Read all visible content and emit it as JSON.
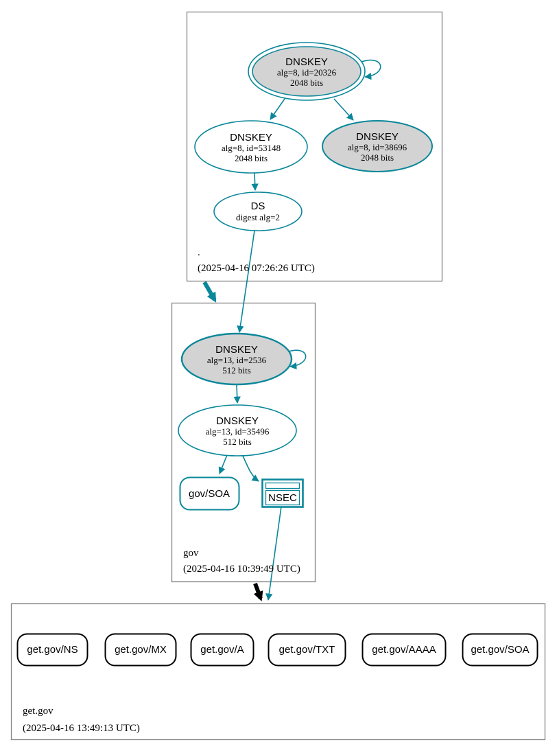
{
  "colors": {
    "secure": "#0a879a",
    "insecure": "#000000",
    "key_fill": "#d3d3d3",
    "box_border": "#848484"
  },
  "zones": {
    "root": {
      "label": ".",
      "timestamp": "(2025-04-16 07:26:26 UTC)",
      "ksk": {
        "type": "DNSKEY",
        "alg": "alg=8, id=20326",
        "bits": "2048 bits"
      },
      "zsk": {
        "type": "DNSKEY",
        "alg": "alg=8, id=53148",
        "bits": "2048 bits"
      },
      "zsk2": {
        "type": "DNSKEY",
        "alg": "alg=8, id=38696",
        "bits": "2048 bits"
      },
      "ds": {
        "type": "DS",
        "digest": "digest alg=2"
      }
    },
    "gov": {
      "label": "gov",
      "timestamp": "(2025-04-16 10:39:49 UTC)",
      "ksk": {
        "type": "DNSKEY",
        "alg": "alg=13, id=2536",
        "bits": "512 bits"
      },
      "zsk": {
        "type": "DNSKEY",
        "alg": "alg=13, id=35496",
        "bits": "512 bits"
      },
      "soa": {
        "label": "gov/SOA"
      },
      "nsec": {
        "label": "NSEC"
      }
    },
    "get_gov": {
      "label": "get.gov",
      "timestamp": "(2025-04-16 13:49:13 UTC)",
      "rrsets": [
        {
          "label": "get.gov/NS"
        },
        {
          "label": "get.gov/MX"
        },
        {
          "label": "get.gov/A"
        },
        {
          "label": "get.gov/TXT"
        },
        {
          "label": "get.gov/AAAA"
        },
        {
          "label": "get.gov/SOA"
        }
      ]
    }
  }
}
